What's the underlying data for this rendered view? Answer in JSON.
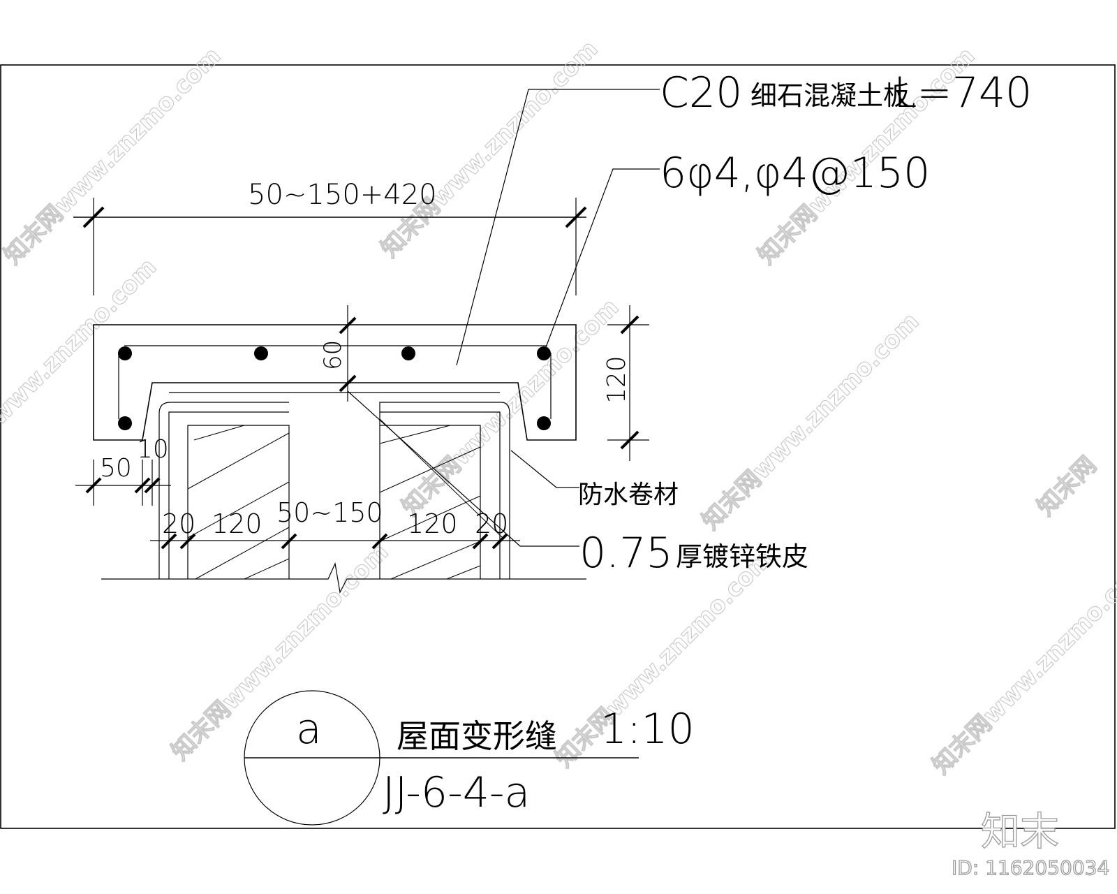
{
  "drawing": {
    "title": "屋面变形缝",
    "scale": "1:10",
    "detail_symbol": "a",
    "reference": "JJ-6-4-a",
    "labels": {
      "slab": "C20细石混凝土板,L=740",
      "slab_prefix": "C20",
      "slab_cn": "细石混凝土板,",
      "slab_len": "L=740",
      "rebar": "6φ4,φ4@150",
      "membrane": "防水卷材",
      "flashing": "0.75厚镀锌铁皮",
      "flashing_num": "0.75",
      "flashing_cn": "厚镀锌铁皮"
    },
    "dimensions": {
      "overall_width": "50~150+420",
      "slab_thickness": "120",
      "top_cover": "60",
      "left_overhang": "50",
      "gap_small": "10",
      "plaster_left": "20",
      "wall_left": "120",
      "joint_width": "50~150",
      "wall_right": "120",
      "plaster_right": "20"
    }
  },
  "watermark": {
    "site": "www.znzmo.com",
    "brand": "知末网",
    "logo": "知末",
    "id": "ID: 1162050034"
  }
}
